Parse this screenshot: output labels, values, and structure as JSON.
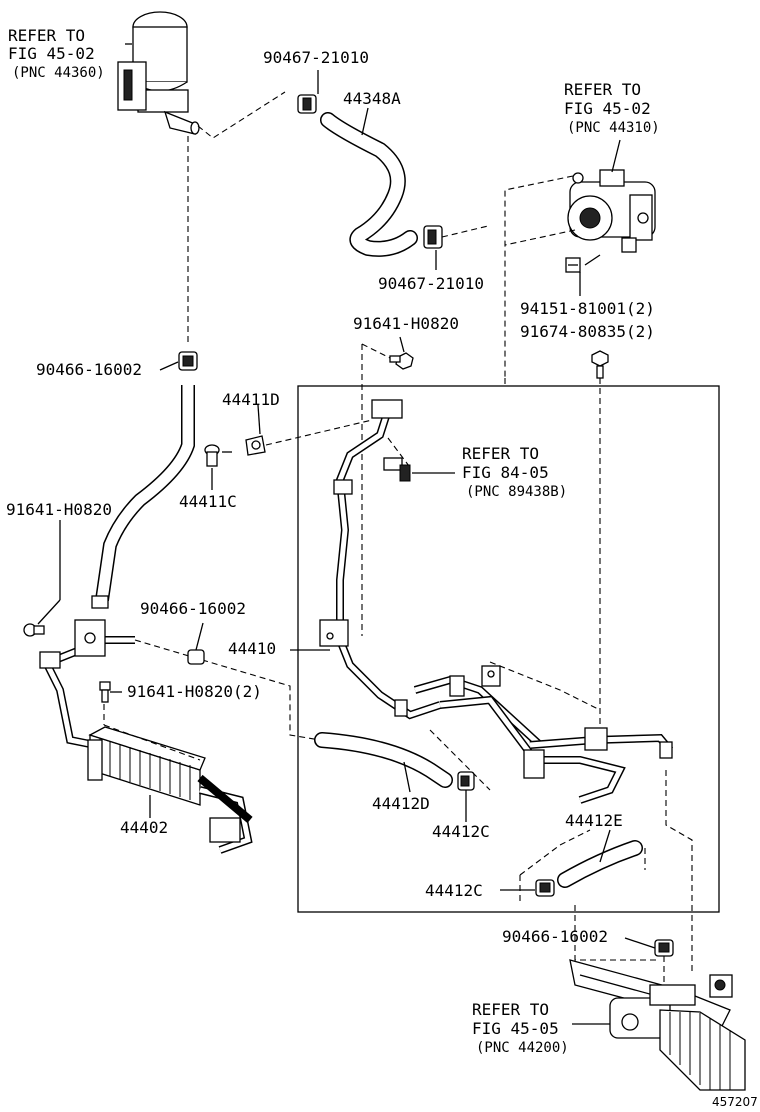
{
  "refs": {
    "reservoir": {
      "line1": "REFER TO",
      "line2": "FIG 45-02",
      "line3": "(PNC 44360)"
    },
    "pump": {
      "line1": "REFER TO",
      "line2": "FIG 45-02",
      "line3": "(PNC 44310)"
    },
    "sensor": {
      "line1": "REFER TO",
      "line2": "FIG 84-05",
      "line3": "(PNC 89438B)"
    },
    "gear": {
      "line1": "REFER TO",
      "line2": "FIG 45-05",
      "line3": "(PNC 44200)"
    }
  },
  "labels": {
    "clamp_top": "90467-21010",
    "hose_44348A": "44348A",
    "clamp_pump": "90467-21010",
    "bolt_94151": "94151-81001(2)",
    "bolt_91674": "91674-80835(2)",
    "bolt_91641_top": "91641-H0820",
    "clamp_90466_left": "90466-16002",
    "bracket_44411D": "44411D",
    "bolt_44411C": "44411C",
    "bolt_91641_left": "91641-H0820",
    "clamp_90466_mid": "90466-16002",
    "tube_44410": "44410",
    "bolt_91641_2": "91641-H0820(2)",
    "hose_44412D": "44412D",
    "clamp_44412C_a": "44412C",
    "hose_44412E": "44412E",
    "cooler_44402": "44402",
    "clamp_44412C_b": "44412C",
    "clamp_90466_bottom": "90466-16002",
    "figure_number": "457207"
  }
}
